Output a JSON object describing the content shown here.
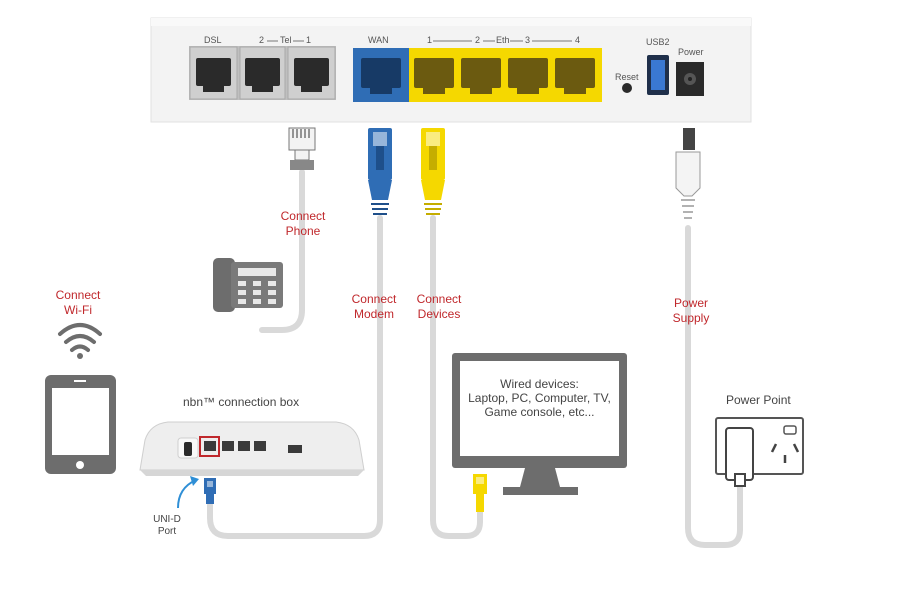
{
  "router": {
    "ports": {
      "dsl": "DSL",
      "tel_2": "2",
      "tel": "Tel",
      "tel_1": "1",
      "wan": "WAN",
      "eth_1": "1",
      "eth_2": "2",
      "eth": "Eth",
      "eth_3": "3",
      "eth_4": "4",
      "reset": "Reset",
      "usb": "USB2",
      "power": "Power"
    }
  },
  "labels": {
    "connect_phone": [
      "Connect",
      "Phone"
    ],
    "connect_wifi": [
      "Connect",
      "Wi-Fi"
    ],
    "connect_modem": [
      "Connect",
      "Modem"
    ],
    "connect_devices": [
      "Connect",
      "Devices"
    ],
    "power_supply": [
      "Power",
      "Supply"
    ],
    "nbn_box": "nbn™ connection box",
    "uni_d_port": [
      "UNI-D",
      "Port"
    ],
    "power_point": "Power Point",
    "wired_devices": [
      "Wired devices:",
      "Laptop, PC, Computer, TV,",
      "Game console, etc..."
    ]
  },
  "colors": {
    "accent_label": "#c0282c",
    "wan_blue": "#2f6db5",
    "eth_yellow": "#f5d800",
    "cable_grey": "#d9d9d9",
    "device_grey": "#6d6d6d"
  }
}
